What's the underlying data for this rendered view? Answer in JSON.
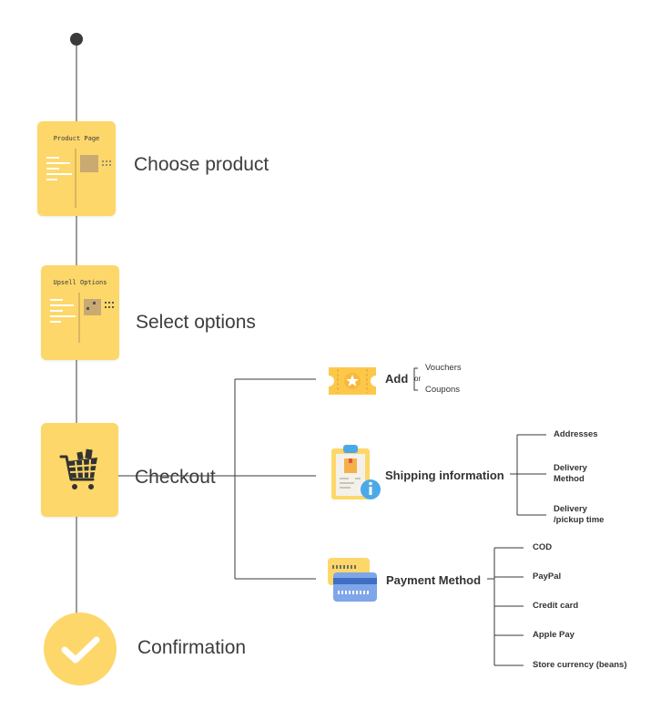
{
  "colors": {
    "accent": "#fdd76a",
    "line": "#3a3a3a",
    "blue": "#4ba9e8"
  },
  "steps": [
    {
      "label": "Choose product",
      "card_title": "Product Page",
      "icon": "product-page-wireframe-icon"
    },
    {
      "label": "Select options",
      "card_title": "Upsell Options",
      "icon": "upsell-options-wireframe-icon"
    },
    {
      "label": "Checkout",
      "icon": "shopping-cart-icon"
    },
    {
      "label": "Confirmation",
      "icon": "checkmark-icon"
    }
  ],
  "checkout": {
    "add": {
      "label": "Add",
      "or": "or",
      "options": [
        "Vouchers",
        "Coupons"
      ],
      "icon": "ticket-star-icon"
    },
    "shipping": {
      "label": "Shipping information",
      "icon": "clipboard-info-icon",
      "items": [
        "Addresses",
        "Delivery\nMethod",
        "Delivery\n/pickup time"
      ]
    },
    "payment": {
      "label": "Payment Method",
      "icon": "credit-cards-icon",
      "items": [
        "COD",
        "PayPal",
        "Credit card",
        "Apple Pay",
        "Store currency (beans)"
      ]
    }
  }
}
